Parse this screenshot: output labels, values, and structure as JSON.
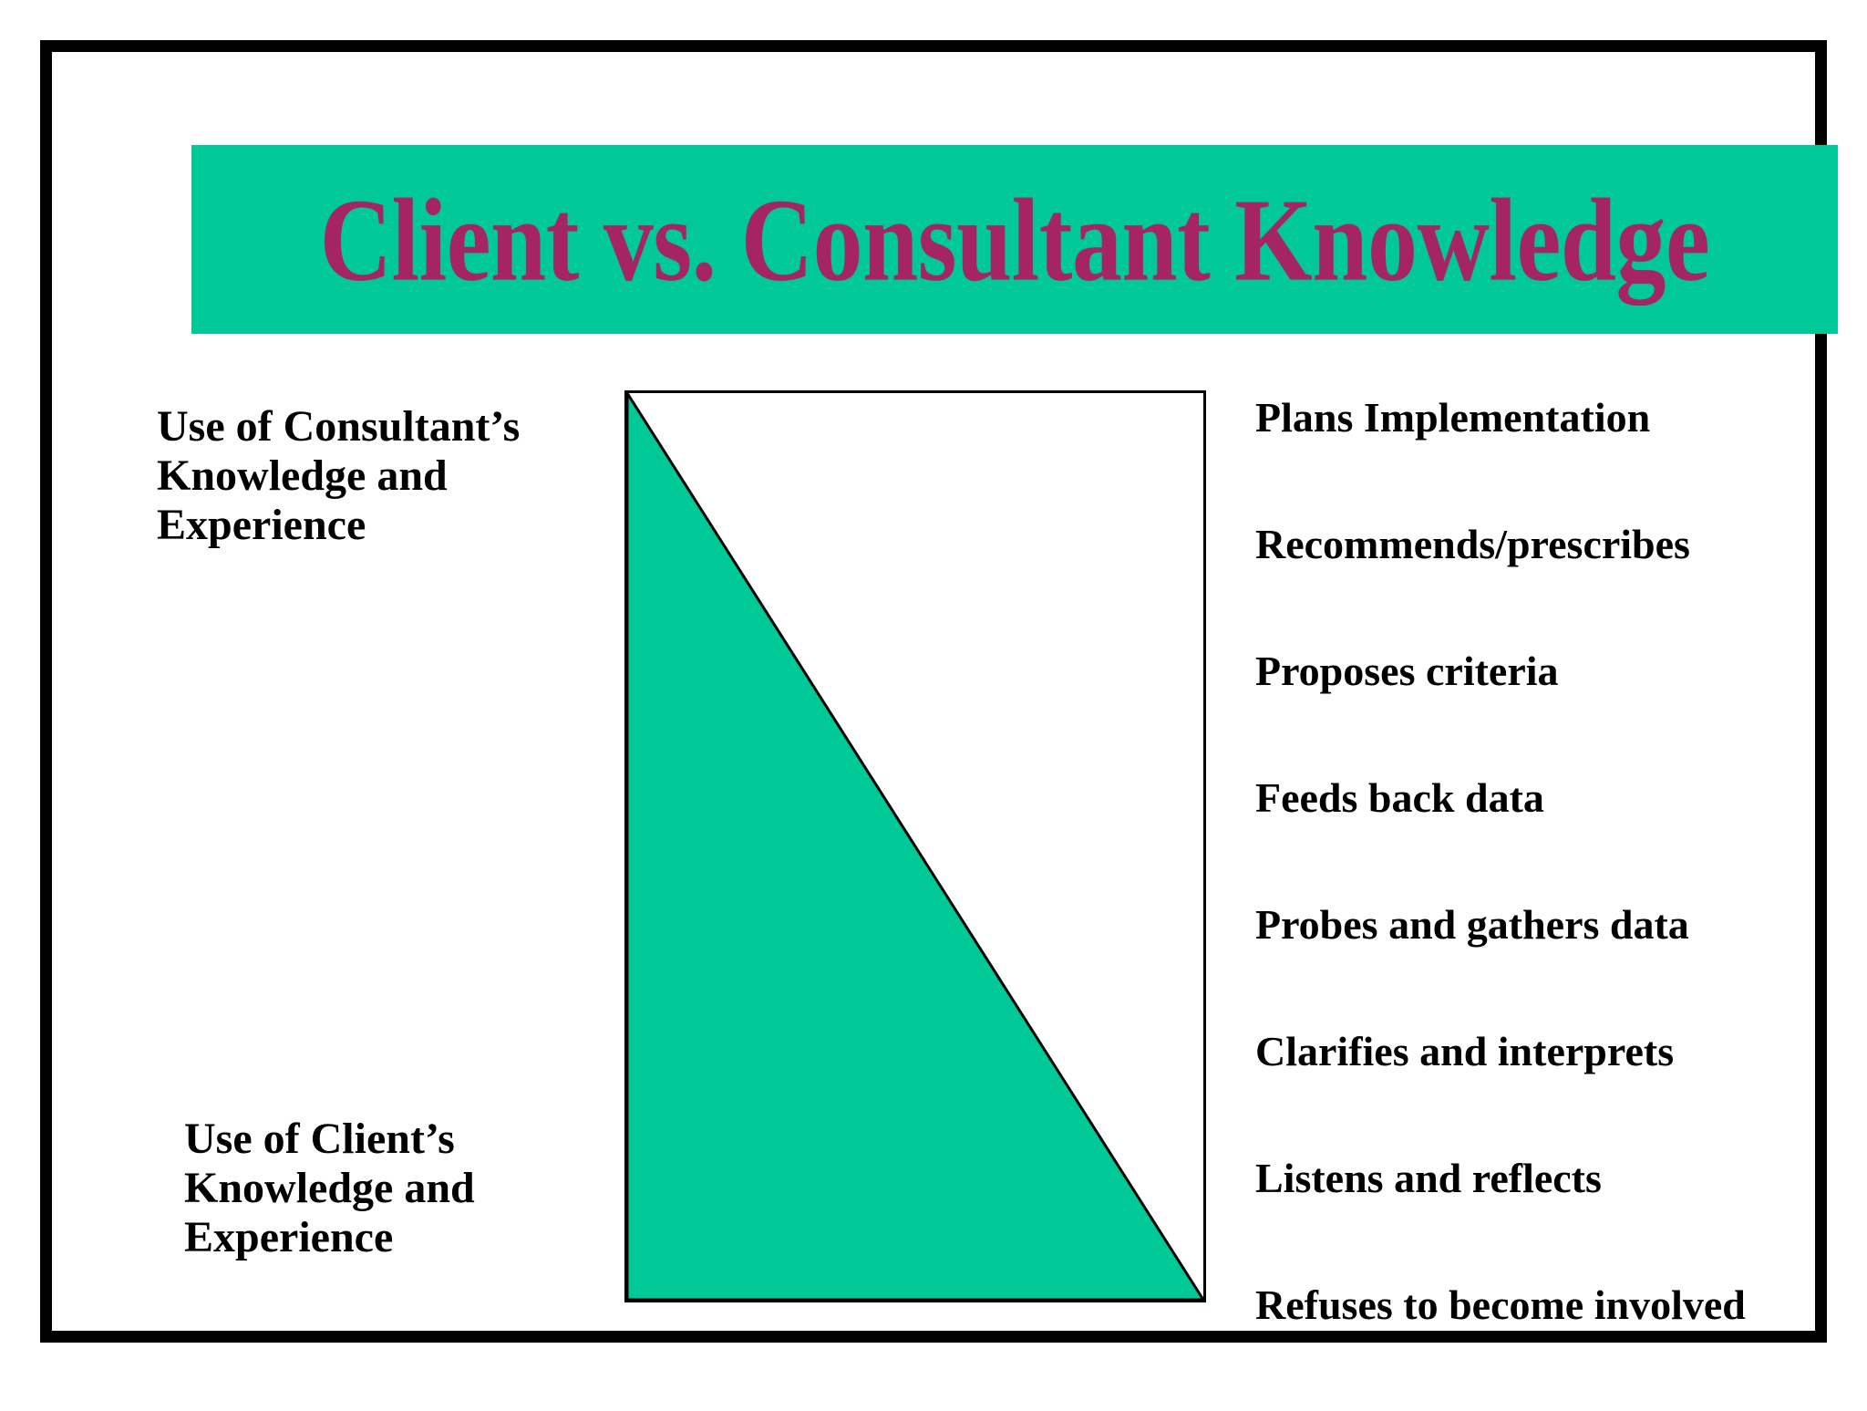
{
  "slide": {
    "title": "Client vs. Consultant Knowledge",
    "colors": {
      "band_teal": "#00C896",
      "title_maroon": "#A52464",
      "triangle_teal": "#00C896",
      "border_black": "#000000",
      "background_white": "#FFFFFF",
      "outline_black": "#000000"
    }
  },
  "left_captions": {
    "top": "Use of Consultant’s\nKnowledge and\nExperience",
    "bottom": "Use of Client’s\nKnowledge and\nExperience"
  },
  "diagram": {
    "name": "consultant-client-knowledge-triangle",
    "description": "Square outlined in black; the lower-left half is filled teal forming a right triangle whose hypotenuse runs from the top-left corner down to the bottom-right corner.",
    "fill_color": "#00C896",
    "outline_color": "#000000"
  },
  "activities": [
    "Plans Implementation",
    "Recommends/prescribes",
    "Proposes criteria",
    "Feeds back data",
    "Probes and gathers data",
    "Clarifies and interprets",
    "Listens and reflects",
    "Refuses to become involved"
  ]
}
